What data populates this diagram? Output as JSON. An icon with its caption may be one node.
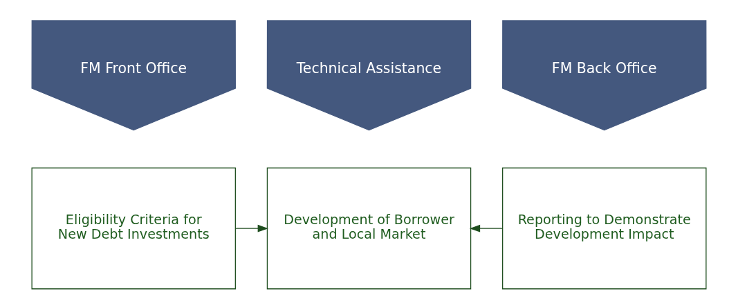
{
  "diagram": {
    "nodes": [
      {
        "text": [
          "FM Front Office"
        ]
      },
      {
        "text": [
          "Technical Assistance"
        ]
      },
      {
        "text": [
          "FM Back Office"
        ]
      },
      {
        "text": [
          "Eligibility Criteria for New Debt Investments"
        ]
      },
      {
        "text": [
          "Development of Borrower and Local Market"
        ]
      },
      {
        "text": [
          "Reporting to Demonstrate Development Impact"
        ]
      }
    ],
    "edges": [
      {
        "from": 3,
        "to": 4,
        "arrow": "to"
      },
      {
        "from": 5,
        "to": 4,
        "arrow": "to"
      }
    ]
  }
}
